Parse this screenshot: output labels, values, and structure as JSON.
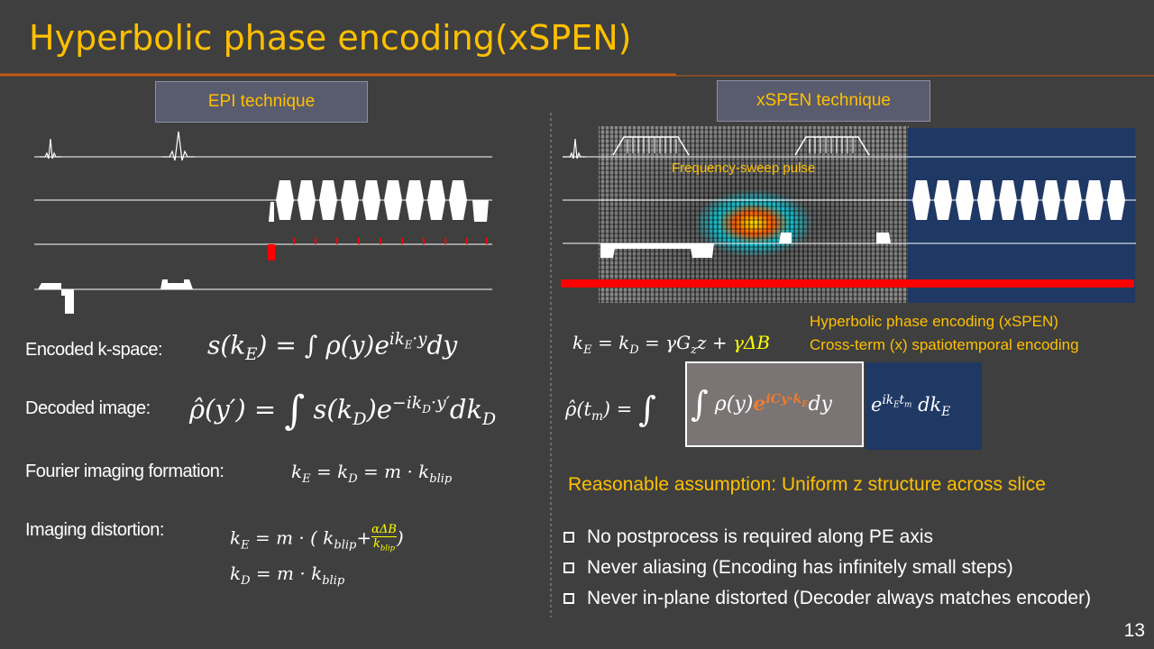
{
  "title": "Hyperbolic phase encoding(xSPEN)",
  "epi_box": "EPI technique",
  "xspen_box": "xSPEN technique",
  "sweep_label": "Frequency-sweep pulse",
  "hpe_line1": "Hyperbolic phase encoding (xSPEN)",
  "hpe_line2": "Cross-term  (x)  spatiotemporal  encoding",
  "labels": {
    "encoded": "Encoded k-space:",
    "decoded": "Decoded image:",
    "fourier": "Fourier imaging formation:",
    "distortion": "Imaging distortion:"
  },
  "assumption": "Reasonable assumption: Uniform z structure across slice",
  "bullets": [
    "No postprocess is required along PE axis",
    "Never aliasing (Encoding has infinitely small steps)",
    "Never in-plane distorted (Decoder always matches encoder)"
  ],
  "page_number": "13",
  "colors": {
    "title": "#ffc000",
    "accent_rule": "#c55a11",
    "red": "#ff0000",
    "panel": "#1f3864",
    "background": "#3f3f3f"
  }
}
